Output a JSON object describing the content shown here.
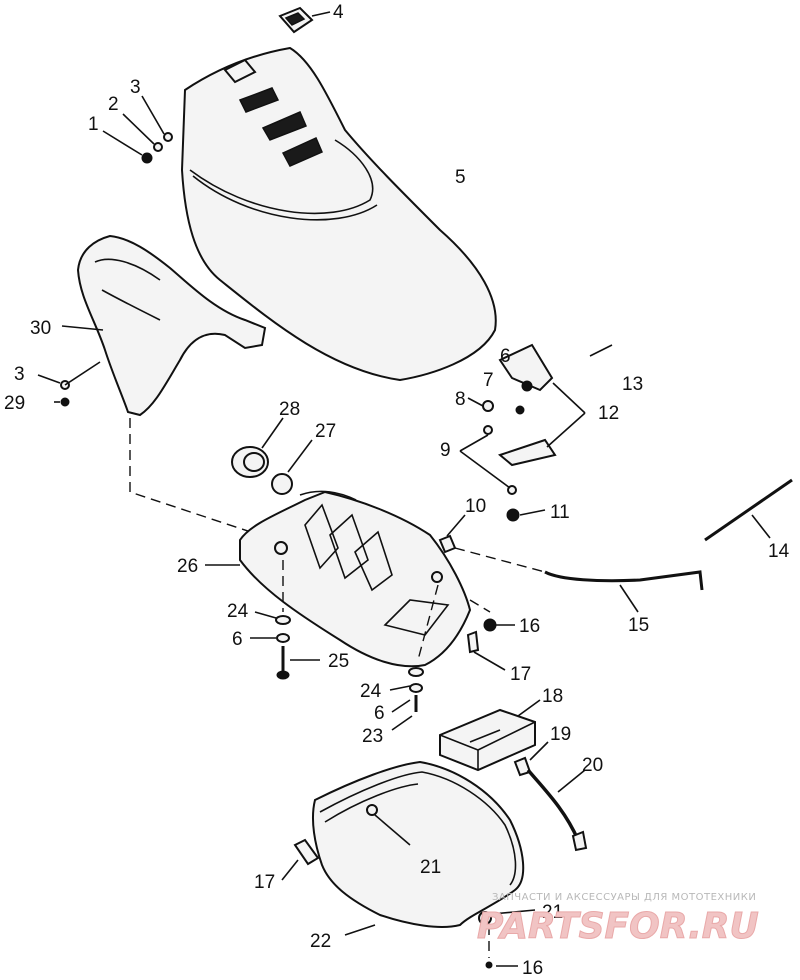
{
  "callouts": [
    {
      "id": "c-4",
      "text": "4"
    },
    {
      "id": "c-3a",
      "text": "3"
    },
    {
      "id": "c-2",
      "text": "2"
    },
    {
      "id": "c-1",
      "text": "1"
    },
    {
      "id": "c-5",
      "text": "5"
    },
    {
      "id": "c-30",
      "text": "30"
    },
    {
      "id": "c-3b",
      "text": "3"
    },
    {
      "id": "c-29",
      "text": "29"
    },
    {
      "id": "c-6a",
      "text": "6"
    },
    {
      "id": "c-13",
      "text": "13"
    },
    {
      "id": "c-7",
      "text": "7"
    },
    {
      "id": "c-8",
      "text": "8"
    },
    {
      "id": "c-12",
      "text": "12"
    },
    {
      "id": "c-9",
      "text": "9"
    },
    {
      "id": "c-28",
      "text": "28"
    },
    {
      "id": "c-27",
      "text": "27"
    },
    {
      "id": "c-10",
      "text": "10"
    },
    {
      "id": "c-11",
      "text": "11"
    },
    {
      "id": "c-14",
      "text": "14"
    },
    {
      "id": "c-26",
      "text": "26"
    },
    {
      "id": "c-15",
      "text": "15"
    },
    {
      "id": "c-24a",
      "text": "24"
    },
    {
      "id": "c-6b",
      "text": "6"
    },
    {
      "id": "c-16a",
      "text": "16"
    },
    {
      "id": "c-25",
      "text": "25"
    },
    {
      "id": "c-17a",
      "text": "17"
    },
    {
      "id": "c-24b",
      "text": "24"
    },
    {
      "id": "c-18",
      "text": "18"
    },
    {
      "id": "c-6c",
      "text": "6"
    },
    {
      "id": "c-23",
      "text": "23"
    },
    {
      "id": "c-19",
      "text": "19"
    },
    {
      "id": "c-20",
      "text": "20"
    },
    {
      "id": "c-21a",
      "text": "21"
    },
    {
      "id": "c-17b",
      "text": "17"
    },
    {
      "id": "c-21b",
      "text": "21"
    },
    {
      "id": "c-22",
      "text": "22"
    },
    {
      "id": "c-16b",
      "text": "16"
    }
  ],
  "watermark": {
    "caption": "ЗАПЧАСТИ И АКСЕССУАРЫ ДЛЯ МОТОТЕХНИКИ",
    "logo": "PARTSFOR.RU"
  }
}
